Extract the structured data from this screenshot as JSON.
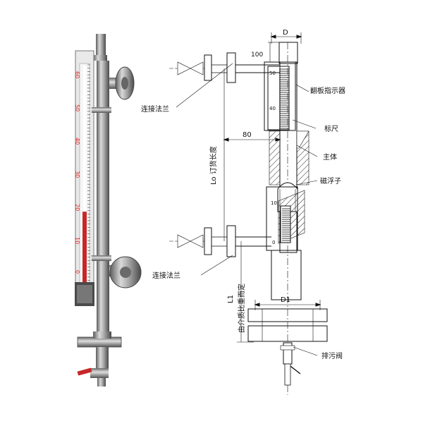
{
  "photo": {
    "scale_marks": [
      "60",
      "50",
      "40",
      "30",
      "20",
      "10",
      "0"
    ]
  },
  "labels": {
    "flange_top": "连接法兰",
    "flange_bottom": "连接法兰",
    "indicator": "翻板指示器",
    "scale": "标尺",
    "body": "主体",
    "float": "磁浮子",
    "drain_valve": "排污阀"
  },
  "dimensions": {
    "d": "D",
    "top_offset": "100",
    "center_distance": "80",
    "lo_label": "Lo 订货长度",
    "l1_label": "L1",
    "l1_note": "由介质比重而定",
    "d1": "D1"
  },
  "drawing_scale": {
    "marks_upper": [
      "50",
      "40"
    ],
    "marks_lower": [
      "10",
      "0"
    ]
  }
}
